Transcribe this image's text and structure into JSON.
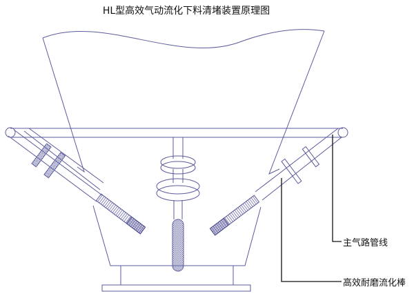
{
  "title": "HL型高效气动流化下料清堵装置原理图",
  "labels": {
    "main_air_pipe": "主气路管线",
    "fluidizing_rod": "高效耐磨流化棒"
  },
  "colors": {
    "line": "#5a5a9c",
    "leader": "#111111"
  }
}
